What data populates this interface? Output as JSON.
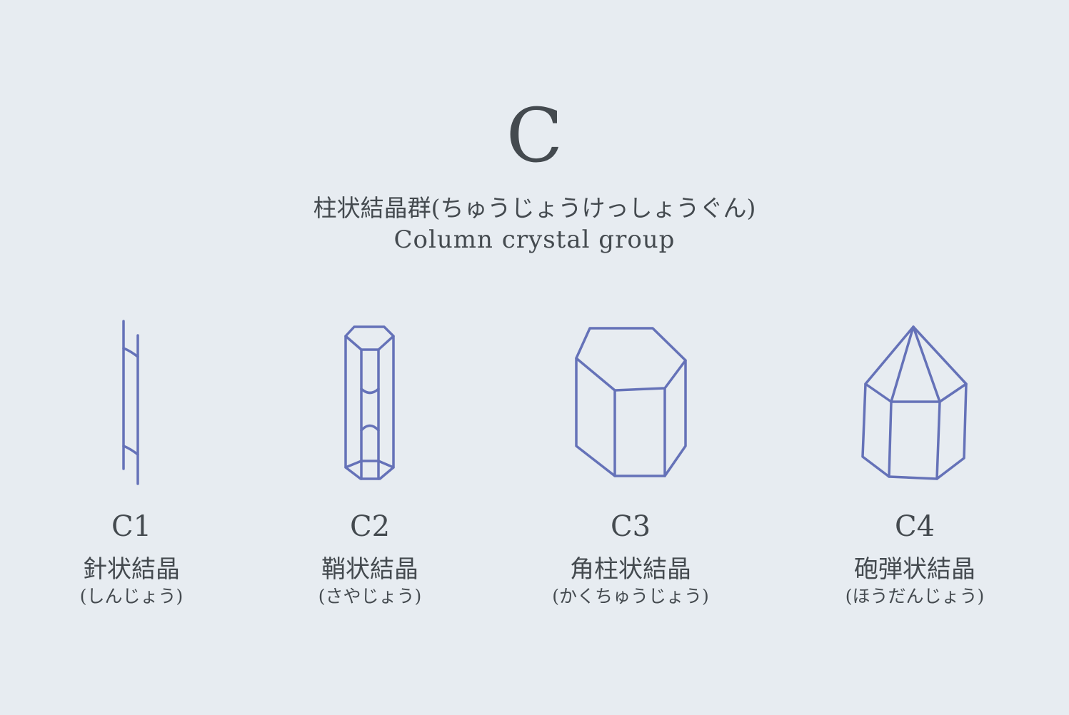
{
  "header": {
    "letter": "C",
    "title_ja": "柱状結晶群(ちゅうじょうけっしょうぐん)",
    "title_en": "Column crystal group"
  },
  "items": [
    {
      "code": "C1",
      "name": "針状結晶",
      "reading": "(しんじょう)",
      "icon": "needle-crystal-icon"
    },
    {
      "code": "C2",
      "name": "鞘状結晶",
      "reading": "(さやじょう)",
      "icon": "sheath-crystal-icon"
    },
    {
      "code": "C3",
      "name": "角柱状結晶",
      "reading": "(かくちゅうじょう)",
      "icon": "prism-crystal-icon"
    },
    {
      "code": "C4",
      "name": "砲弾状結晶",
      "reading": "(ほうだんじょう)",
      "icon": "bullet-crystal-icon"
    }
  ],
  "colors": {
    "background": "#e7ecf1",
    "text": "#444a4f",
    "crystal_stroke": "#6572b8"
  }
}
